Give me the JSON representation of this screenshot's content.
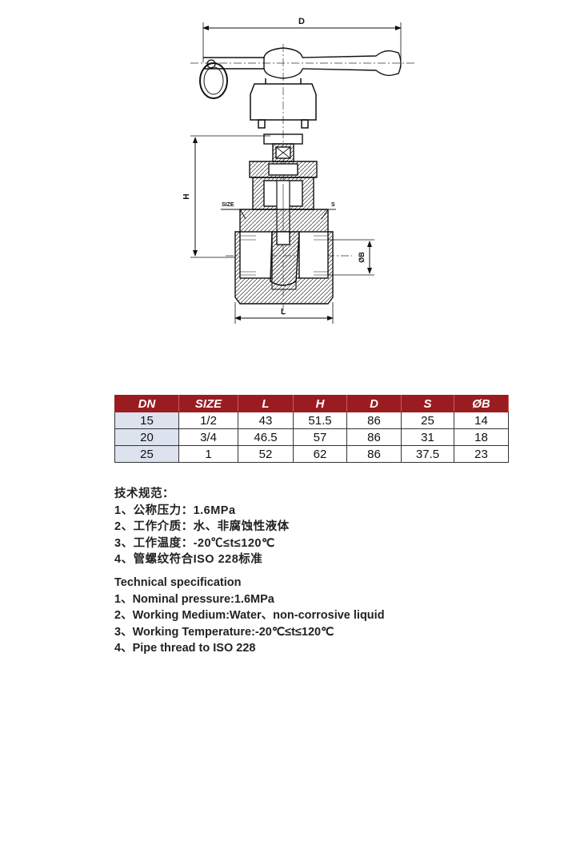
{
  "drawing": {
    "labels": {
      "d": "D",
      "h": "H",
      "l": "L",
      "b": "ØB",
      "size": "SIZE",
      "s": "S"
    }
  },
  "table": {
    "headers": [
      "DN",
      "SIZE",
      "L",
      "H",
      "D",
      "S",
      "ØB"
    ],
    "rows": [
      [
        "15",
        "1/2",
        "43",
        "51.5",
        "86",
        "25",
        "14"
      ],
      [
        "20",
        "3/4",
        "46.5",
        "57",
        "86",
        "31",
        "18"
      ],
      [
        "25",
        "1",
        "52",
        "62",
        "86",
        "37.5",
        "23"
      ]
    ],
    "header_color": "#9b1c20",
    "first_column_color": "#dde3ee"
  },
  "spec_cn": {
    "title": "技术规范：",
    "lines": [
      "1、公称压力：1.6MPa",
      "2、工作介质：水、非腐蚀性液体",
      "3、工作温度：-20℃≤t≤120℃",
      "4、管螺纹符合ISO 228标准"
    ]
  },
  "spec_en": {
    "title": "Technical specification",
    "lines": [
      "1、Nominal pressure:1.6MPa",
      "2、Working Medium:Water、non-corrosive liquid",
      "3、Working Temperature:-20℃≤t≤120℃",
      "4、Pipe thread to ISO 228"
    ]
  }
}
